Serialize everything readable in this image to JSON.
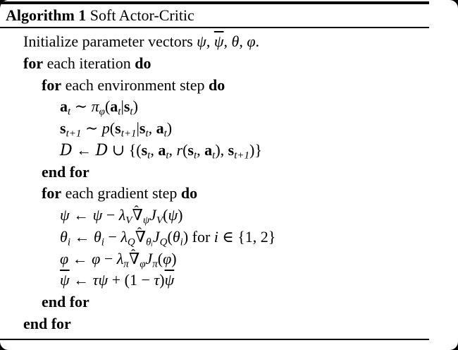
{
  "colors": {
    "frame": "#000000",
    "page": "#ffffff",
    "text": "#000000",
    "rule": "#000000"
  },
  "header": {
    "label": "Algorithm 1",
    "title": " Soft Actor-Critic"
  },
  "algorithm": {
    "lines": [
      {
        "indent": 0,
        "seg": [
          {
            "t": "Initialize parameter vectors ",
            "s": "r"
          },
          {
            "t": "ψ",
            "s": "i"
          },
          {
            "t": ", ",
            "s": "r"
          },
          {
            "t": "ψ",
            "s": "i",
            "bar": true
          },
          {
            "t": ", ",
            "s": "r"
          },
          {
            "t": "θ",
            "s": "i"
          },
          {
            "t": ", ",
            "s": "r"
          },
          {
            "t": "φ",
            "s": "i"
          },
          {
            "t": ".",
            "s": "r"
          }
        ]
      },
      {
        "indent": 0,
        "seg": [
          {
            "t": "for",
            "s": "b"
          },
          {
            "t": " each iteration ",
            "s": "r"
          },
          {
            "t": "do",
            "s": "b"
          }
        ]
      },
      {
        "indent": 1,
        "seg": [
          {
            "t": "for",
            "s": "b"
          },
          {
            "t": " each environment step ",
            "s": "r"
          },
          {
            "t": "do",
            "s": "b"
          }
        ]
      },
      {
        "indent": 2,
        "seg": [
          {
            "t": "a",
            "s": "mb"
          },
          {
            "t": "t",
            "s": "i",
            "sub": true
          },
          {
            "t": " ∼ ",
            "s": "m"
          },
          {
            "t": "π",
            "s": "i"
          },
          {
            "t": "φ",
            "s": "i",
            "sub": true
          },
          {
            "t": "(",
            "s": "m"
          },
          {
            "t": "a",
            "s": "mb"
          },
          {
            "t": "t",
            "s": "i",
            "sub": true
          },
          {
            "t": "|",
            "s": "m"
          },
          {
            "t": "s",
            "s": "mb"
          },
          {
            "t": "t",
            "s": "i",
            "sub": true
          },
          {
            "t": ")",
            "s": "m"
          }
        ]
      },
      {
        "indent": 2,
        "seg": [
          {
            "t": "s",
            "s": "mb"
          },
          {
            "t": "t+1",
            "s": "i",
            "sub": true
          },
          {
            "t": " ∼ ",
            "s": "m"
          },
          {
            "t": "p",
            "s": "i"
          },
          {
            "t": "(",
            "s": "m"
          },
          {
            "t": "s",
            "s": "mb"
          },
          {
            "t": "t+1",
            "s": "i",
            "sub": true
          },
          {
            "t": "|",
            "s": "m"
          },
          {
            "t": "s",
            "s": "mb"
          },
          {
            "t": "t",
            "s": "i",
            "sub": true
          },
          {
            "t": ", ",
            "s": "m"
          },
          {
            "t": "a",
            "s": "mb"
          },
          {
            "t": "t",
            "s": "i",
            "sub": true
          },
          {
            "t": ")",
            "s": "m"
          }
        ]
      },
      {
        "indent": 2,
        "seg": [
          {
            "t": "D",
            "s": "scr"
          },
          {
            "t": " ← ",
            "s": "m"
          },
          {
            "t": "D",
            "s": "scr"
          },
          {
            "t": " ∪ {(",
            "s": "m"
          },
          {
            "t": "s",
            "s": "mb"
          },
          {
            "t": "t",
            "s": "i",
            "sub": true
          },
          {
            "t": ", ",
            "s": "m"
          },
          {
            "t": "a",
            "s": "mb"
          },
          {
            "t": "t",
            "s": "i",
            "sub": true
          },
          {
            "t": ", ",
            "s": "m"
          },
          {
            "t": "r",
            "s": "i"
          },
          {
            "t": "(",
            "s": "m"
          },
          {
            "t": "s",
            "s": "mb"
          },
          {
            "t": "t",
            "s": "i",
            "sub": true
          },
          {
            "t": ", ",
            "s": "m"
          },
          {
            "t": "a",
            "s": "mb"
          },
          {
            "t": "t",
            "s": "i",
            "sub": true
          },
          {
            "t": "), ",
            "s": "m"
          },
          {
            "t": "s",
            "s": "mb"
          },
          {
            "t": "t+1",
            "s": "i",
            "sub": true
          },
          {
            "t": ")}",
            "s": "m"
          }
        ]
      },
      {
        "indent": 1,
        "seg": [
          {
            "t": "end for",
            "s": "b"
          }
        ]
      },
      {
        "indent": 1,
        "seg": [
          {
            "t": "for",
            "s": "b"
          },
          {
            "t": " each gradient step ",
            "s": "r"
          },
          {
            "t": "do",
            "s": "b"
          }
        ]
      },
      {
        "indent": 2,
        "seg": [
          {
            "t": "ψ",
            "s": "i"
          },
          {
            "t": " ← ",
            "s": "m"
          },
          {
            "t": "ψ",
            "s": "i"
          },
          {
            "t": " − ",
            "s": "m"
          },
          {
            "t": "λ",
            "s": "i"
          },
          {
            "t": "V",
            "s": "i",
            "sub": true
          },
          {
            "t": "ˆ",
            "s": "m",
            "hatmark": true
          },
          {
            "t": "∇",
            "s": "m"
          },
          {
            "t": "ψ",
            "s": "i",
            "sub": true
          },
          {
            "t": "J",
            "s": "i"
          },
          {
            "t": "V",
            "s": "i",
            "sub": true
          },
          {
            "t": "(",
            "s": "m"
          },
          {
            "t": "ψ",
            "s": "i"
          },
          {
            "t": ")",
            "s": "m"
          }
        ]
      },
      {
        "indent": 2,
        "seg": [
          {
            "t": "θ",
            "s": "i"
          },
          {
            "t": "i",
            "s": "i",
            "sub": true
          },
          {
            "t": " ← ",
            "s": "m"
          },
          {
            "t": "θ",
            "s": "i"
          },
          {
            "t": "i",
            "s": "i",
            "sub": true
          },
          {
            "t": " − ",
            "s": "m"
          },
          {
            "t": "λ",
            "s": "i"
          },
          {
            "t": "Q",
            "s": "i",
            "sub": true
          },
          {
            "t": "ˆ",
            "s": "m",
            "hatmark": true
          },
          {
            "t": "∇",
            "s": "m"
          },
          {
            "t": "θᵢ",
            "s": "i",
            "sub": true
          },
          {
            "t": "J",
            "s": "i"
          },
          {
            "t": "Q",
            "s": "i",
            "sub": true
          },
          {
            "t": "(",
            "s": "m"
          },
          {
            "t": "θ",
            "s": "i"
          },
          {
            "t": "i",
            "s": "i",
            "sub": true
          },
          {
            "t": ") ",
            "s": "m"
          },
          {
            "t": "for ",
            "s": "r"
          },
          {
            "t": "i",
            "s": "i"
          },
          {
            "t": " ∈ {1, 2}",
            "s": "m"
          }
        ]
      },
      {
        "indent": 2,
        "seg": [
          {
            "t": "φ",
            "s": "i"
          },
          {
            "t": " ← ",
            "s": "m"
          },
          {
            "t": "φ",
            "s": "i"
          },
          {
            "t": " − ",
            "s": "m"
          },
          {
            "t": "λ",
            "s": "i"
          },
          {
            "t": "π",
            "s": "i",
            "sub": true
          },
          {
            "t": "ˆ",
            "s": "m",
            "hatmark": true
          },
          {
            "t": "∇",
            "s": "m"
          },
          {
            "t": "φ",
            "s": "i",
            "sub": true
          },
          {
            "t": "J",
            "s": "i"
          },
          {
            "t": "π",
            "s": "i",
            "sub": true
          },
          {
            "t": "(",
            "s": "m"
          },
          {
            "t": "φ",
            "s": "i"
          },
          {
            "t": ")",
            "s": "m"
          }
        ]
      },
      {
        "indent": 2,
        "seg": [
          {
            "t": "ψ",
            "s": "i",
            "bar": true
          },
          {
            "t": " ← ",
            "s": "m"
          },
          {
            "t": "τψ",
            "s": "i"
          },
          {
            "t": " + (1 − ",
            "s": "m"
          },
          {
            "t": "τ",
            "s": "i"
          },
          {
            "t": ")",
            "s": "m"
          },
          {
            "t": "ψ",
            "s": "i",
            "bar": true
          }
        ]
      },
      {
        "indent": 1,
        "seg": [
          {
            "t": "end for",
            "s": "b"
          }
        ]
      },
      {
        "indent": 0,
        "seg": [
          {
            "t": "end for",
            "s": "b"
          }
        ]
      }
    ]
  }
}
